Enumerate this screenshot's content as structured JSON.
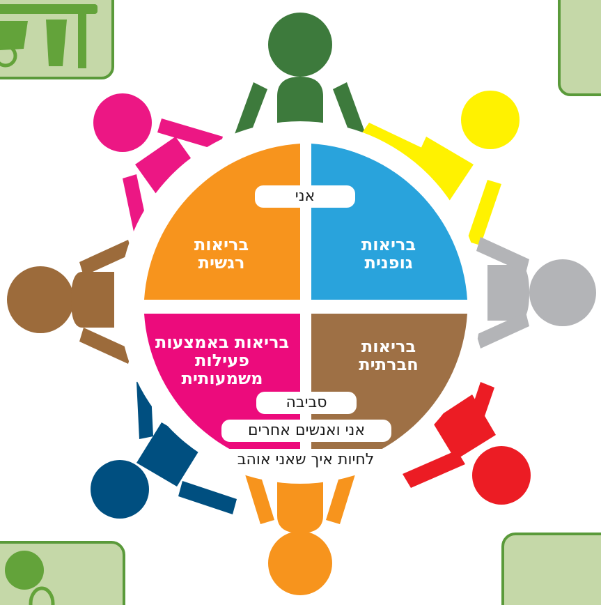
{
  "colors": {
    "card_fill": "#c5d8a8",
    "card_border": "#5a9a3a",
    "icon_green": "#63a33a",
    "figure_top": "#3d7a3c",
    "figure_top_right": "#fff200",
    "figure_right": "#b3b4b7",
    "figure_bottom_right": "#ec1c24",
    "figure_bottom": "#f7941d",
    "figure_bottom_left": "#004f80",
    "figure_left": "#9c6b3b",
    "figure_top_left": "#ec1784",
    "quadrant_physical": "#29a3dc",
    "quadrant_emotional": "#f7941d",
    "quadrant_social": "#9e7045",
    "quadrant_meaningful": "#ec0b7c"
  },
  "labels": {
    "center_top": "אני",
    "physical_line1": "בריאות",
    "physical_line2": "גופנית",
    "emotional_line1": "בריאות",
    "emotional_line2": "רגשית",
    "social_line1": "בריאות",
    "social_line2": "חברתית",
    "meaningful_line1": "בריאות באמצעות",
    "meaningful_line2": "פעילות",
    "meaningful_line3": "משמעותית",
    "environment": "סביבה",
    "others": "אני ואנשים אחרים",
    "live": "לחיות איך שאני אוהב"
  },
  "icons": {
    "top_left_card": "wheelchair-desk-icon",
    "bottom_left_card": "person-icon"
  }
}
